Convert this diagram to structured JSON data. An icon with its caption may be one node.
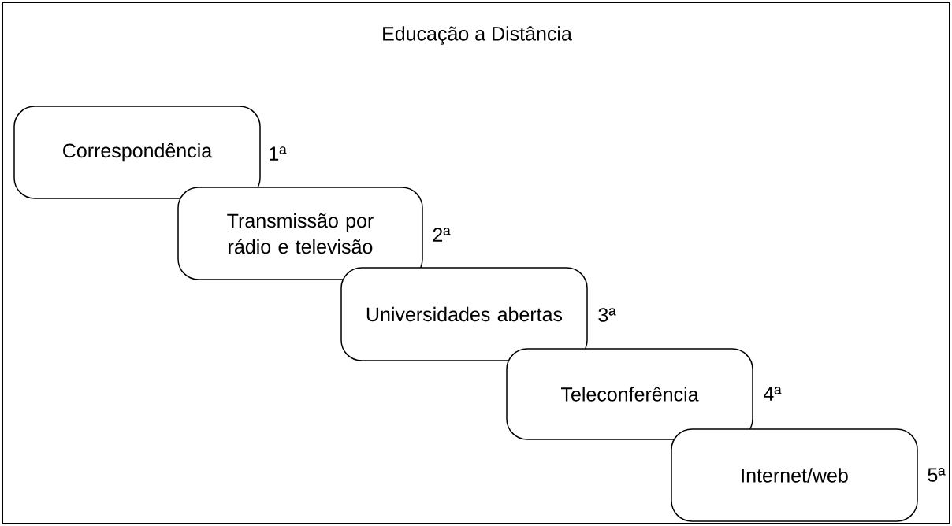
{
  "diagram": {
    "title": "Educação a Distância",
    "nodes": [
      {
        "text": [
          "Correspondência"
        ],
        "beside": [
          "1ª"
        ]
      },
      {
        "text": [
          "Transmissão por rádio e televisão"
        ],
        "beside": [
          "2ª"
        ]
      },
      {
        "text": [
          "Universidades abertas"
        ],
        "beside": [
          "3ª"
        ]
      },
      {
        "text": [
          "Teleconferência"
        ],
        "beside": [
          "4ª"
        ]
      },
      {
        "text": [
          "Internet/web"
        ],
        "beside": [
          "5ª"
        ]
      }
    ]
  }
}
